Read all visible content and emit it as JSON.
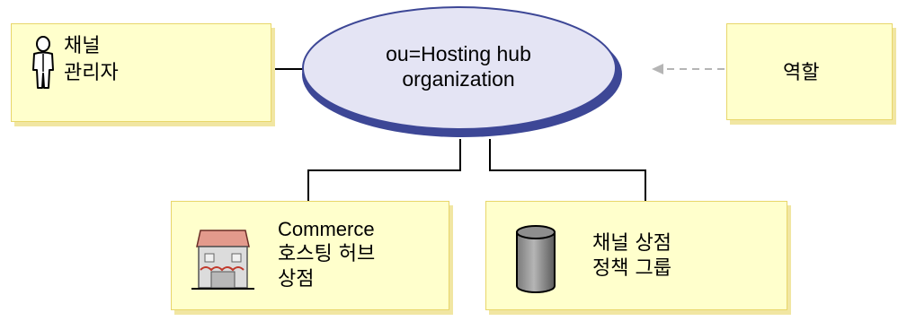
{
  "hub": {
    "line1": "ou=Hosting hub",
    "line2": "organization"
  },
  "channel_admin": {
    "line1": "채널",
    "line2": "관리자",
    "icon": "person-icon"
  },
  "roles": {
    "label": "역할"
  },
  "hosting_hub_store": {
    "line1": "Commerce",
    "line2": "호스팅 허브",
    "line3": "상점",
    "icon": "store-building-icon"
  },
  "channel_store_policy_group": {
    "line1": "채널 상점",
    "line2": "정책 그룹",
    "icon": "database-cylinder-icon"
  },
  "colors": {
    "box_fill": "#ffffcc",
    "ellipse_fill": "#e4e4f4",
    "ellipse_edge": "#3d4796",
    "dashed_arrow": "#b5b5b5"
  }
}
